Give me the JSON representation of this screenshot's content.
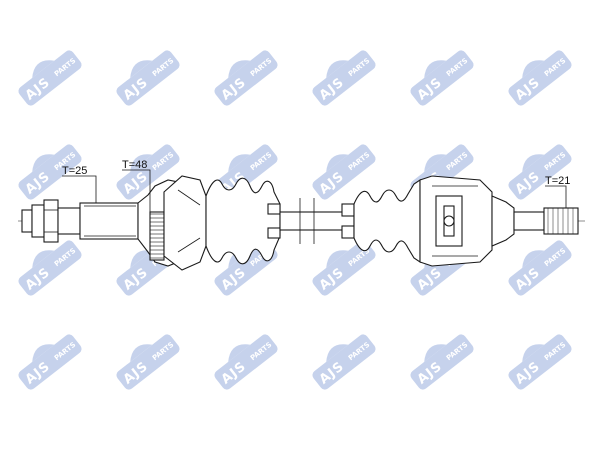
{
  "watermark": {
    "brand": "AJS",
    "suffix": "PARTS",
    "color": "#b9c8e8",
    "icon": "ajs-parts-logo-icon"
  },
  "labels": {
    "outer_spline": "T=25",
    "abs_ring": "T=48",
    "inner_spline": "T=21"
  },
  "colors": {
    "line": "#1a1a1a",
    "background": "#ffffff"
  }
}
